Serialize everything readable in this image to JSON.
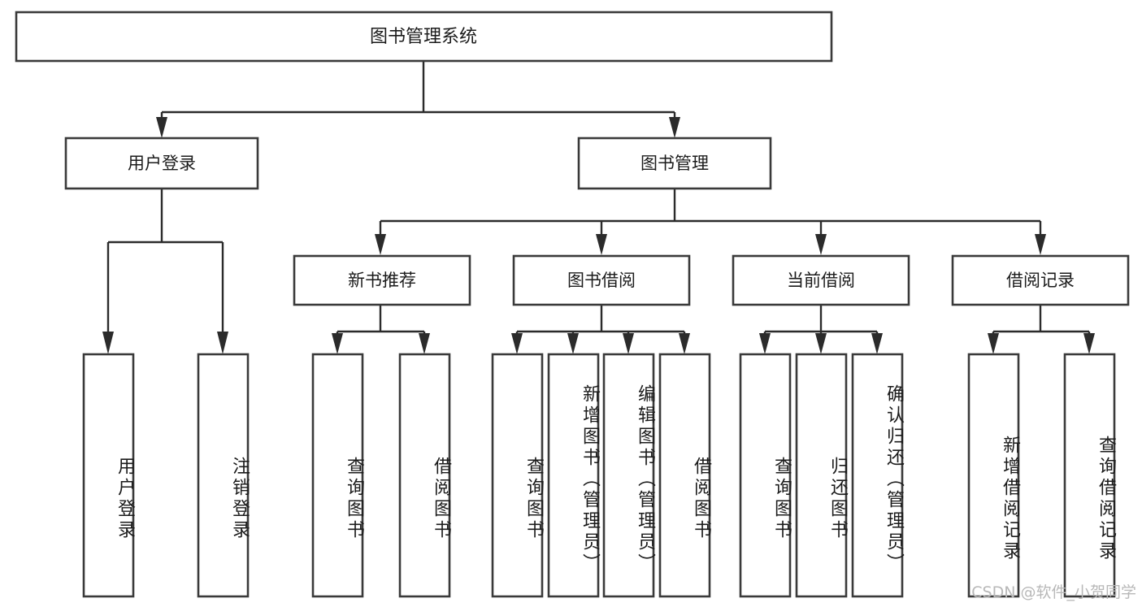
{
  "diagram": {
    "title": "图书管理系统",
    "type": "tree-hierarchy-diagram",
    "colors": {
      "box_stroke": "#3a3a3a",
      "connector": "#2b2b2b",
      "background": "#ffffff",
      "text": "#1b1b1b",
      "watermark": "#b8b8b8"
    },
    "root": {
      "label": "图书管理系统"
    },
    "level2": [
      {
        "label": "用户登录"
      },
      {
        "label": "图书管理"
      }
    ],
    "level3": [
      {
        "label": "新书推荐"
      },
      {
        "label": "图书借阅"
      },
      {
        "label": "当前借阅"
      },
      {
        "label": "借阅记录"
      }
    ],
    "leaves": {
      "user_login": [
        {
          "label": "用户登录"
        },
        {
          "label": "注销登录"
        }
      ],
      "new_book_recommend": [
        {
          "label": "查询图书"
        },
        {
          "label": "借阅图书"
        }
      ],
      "book_borrow": [
        {
          "label": "查询图书"
        },
        {
          "label": "新增图书（管理员）"
        },
        {
          "label": "编辑图书（管理员）"
        },
        {
          "label": "借阅图书"
        }
      ],
      "current_borrow": [
        {
          "label": "查询图书"
        },
        {
          "label": "归还图书"
        },
        {
          "label": "确认归还（管理员）"
        }
      ],
      "borrow_record": [
        {
          "label": "新增借阅记录"
        },
        {
          "label": "查询借阅记录"
        }
      ]
    }
  },
  "watermark": {
    "text": "CSDN @软件_小贺同学"
  }
}
